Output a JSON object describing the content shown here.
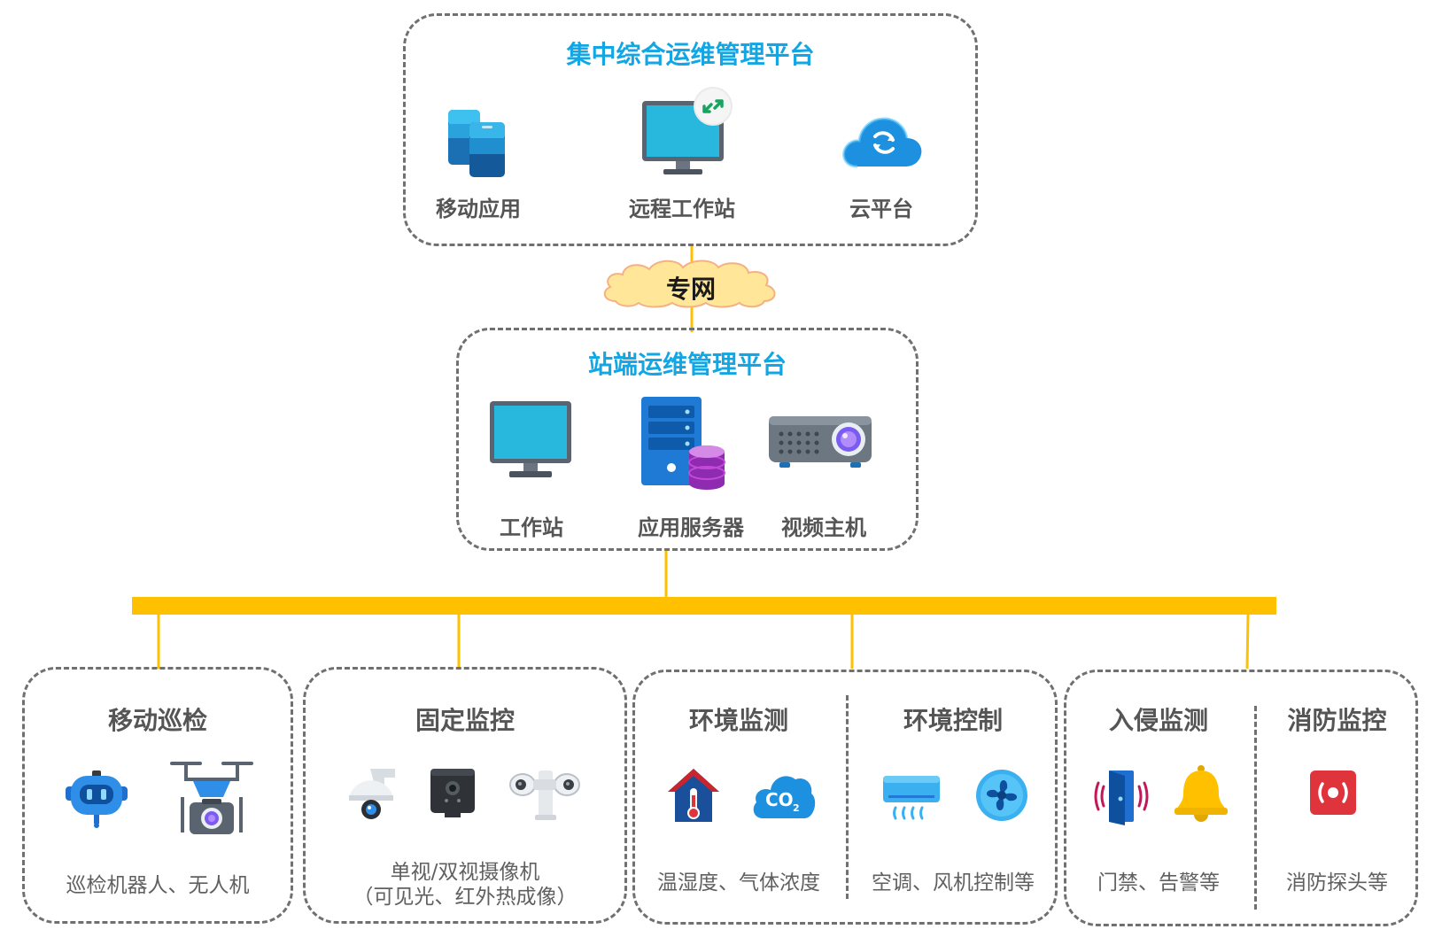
{
  "colors": {
    "title_blue": "#12a6e4",
    "bus_yellow": "#ffc000",
    "box_border": "#707070",
    "cloud_fill": "#ffe699"
  },
  "central": {
    "title": "集中综合运维管理平台",
    "items": [
      {
        "label": "移动应用",
        "icon": "mobile-app-icon"
      },
      {
        "label": "远程工作站",
        "icon": "remote-workstation-icon"
      },
      {
        "label": "云平台",
        "icon": "cloud-platform-icon"
      }
    ]
  },
  "network": {
    "label": "专网",
    "icon": "cloud-icon"
  },
  "station": {
    "title": "站端运维管理平台",
    "items": [
      {
        "label": "工作站",
        "icon": "monitor-icon"
      },
      {
        "label": "应用服务器",
        "icon": "server-icon"
      },
      {
        "label": "视频主机",
        "icon": "video-host-icon"
      }
    ]
  },
  "subsystems": [
    {
      "sections": [
        {
          "title": "移动巡检",
          "caption": "巡检机器人、无人机",
          "icons": [
            "robot-icon",
            "drone-icon"
          ]
        }
      ]
    },
    {
      "sections": [
        {
          "title": "固定监控",
          "caption_lines": [
            "单视/双视摄像机",
            "（可见光、红外热成像）"
          ],
          "icons": [
            "dome-camera-icon",
            "box-camera-icon",
            "dual-camera-icon"
          ]
        }
      ]
    },
    {
      "sections": [
        {
          "title": "环境监测",
          "caption": "温湿度、气体浓度",
          "icons": [
            "temperature-house-icon",
            "co2-icon"
          ]
        },
        {
          "title": "环境控制",
          "caption": "空调、风机控制等",
          "icons": [
            "air-conditioner-icon",
            "fan-icon"
          ]
        }
      ]
    },
    {
      "sections": [
        {
          "title": "入侵监测",
          "caption": "门禁、告警等",
          "icons": [
            "door-access-icon",
            "alarm-bell-icon"
          ]
        },
        {
          "title": "消防监控",
          "caption": "消防探头等",
          "icons": [
            "fire-detector-icon"
          ]
        }
      ]
    }
  ]
}
